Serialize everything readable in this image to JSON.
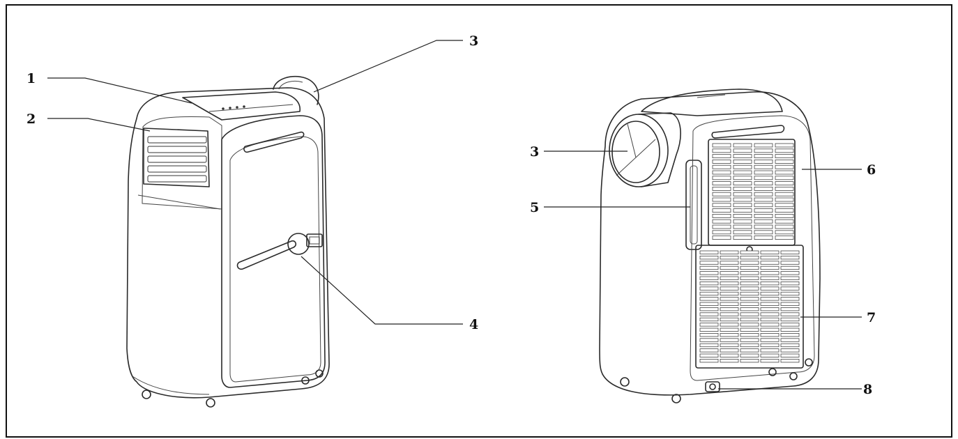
{
  "callouts": {
    "front": [
      {
        "n": "1"
      },
      {
        "n": "2"
      },
      {
        "n": "3"
      },
      {
        "n": "4"
      }
    ],
    "back": [
      {
        "n": "3"
      },
      {
        "n": "5"
      },
      {
        "n": "6"
      },
      {
        "n": "7"
      },
      {
        "n": "8"
      }
    ]
  }
}
